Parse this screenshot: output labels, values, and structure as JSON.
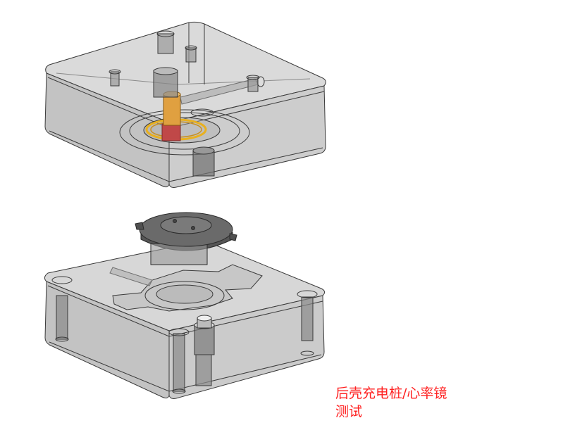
{
  "caption": {
    "line1": "后壳充电桩/心率镜",
    "line2": "测试",
    "color": "#ff2020"
  },
  "figure": {
    "parts": [
      {
        "name": "upper-mold-block",
        "role": "transparent housing with charging pins"
      },
      {
        "name": "lower-mold-block",
        "role": "transparent base with heart-rate lens fixture"
      }
    ],
    "colors": {
      "shell": "#c8c8c8",
      "edge": "#3a3a3a",
      "pin_orange": "#e0a040",
      "pin_red": "#c04848",
      "ring_gold": "#e8b020",
      "lens": "#6a6a6a"
    }
  }
}
